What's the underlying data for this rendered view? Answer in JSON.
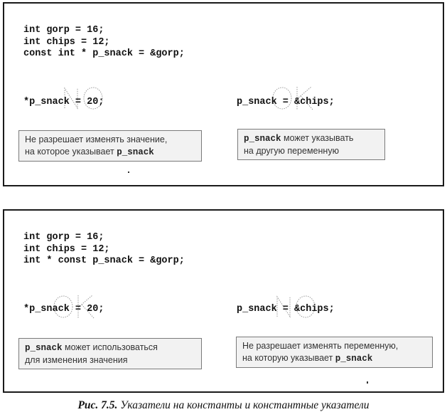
{
  "panel1": {
    "code": "int gorp = 16;\nint chips = 12;\nconst int * p_snack = &gorp;",
    "left_statement": "*p_snack = 20;",
    "left_stamp": "NO",
    "right_statement": "p_snack = &chips;",
    "right_stamp": "OK",
    "left_note": {
      "text": "Не разрешает изменять значение,\nна которое указывает",
      "code": "p_snack"
    },
    "right_note": {
      "code": "p_snack",
      "text1": " может указывать",
      "text2": "на другую переменную"
    }
  },
  "panel2": {
    "code": "int gorp = 16;\nint chips = 12;\nint * const p_snack = &gorp;",
    "left_statement": "*p_snack = 20;",
    "left_stamp": "OK",
    "right_statement": "p_snack = &chips;",
    "right_stamp": "NO",
    "left_note": {
      "code": "p_snack",
      "text1": " может использоваться",
      "text2": "для изменения значения"
    },
    "right_note": {
      "text": "Не разрешает изменять переменную,\nна которую указывает",
      "code": "p_snack"
    }
  },
  "caption": {
    "label": "Рис. 7.5.",
    "text": "Указатели на константы и константные указатели"
  }
}
